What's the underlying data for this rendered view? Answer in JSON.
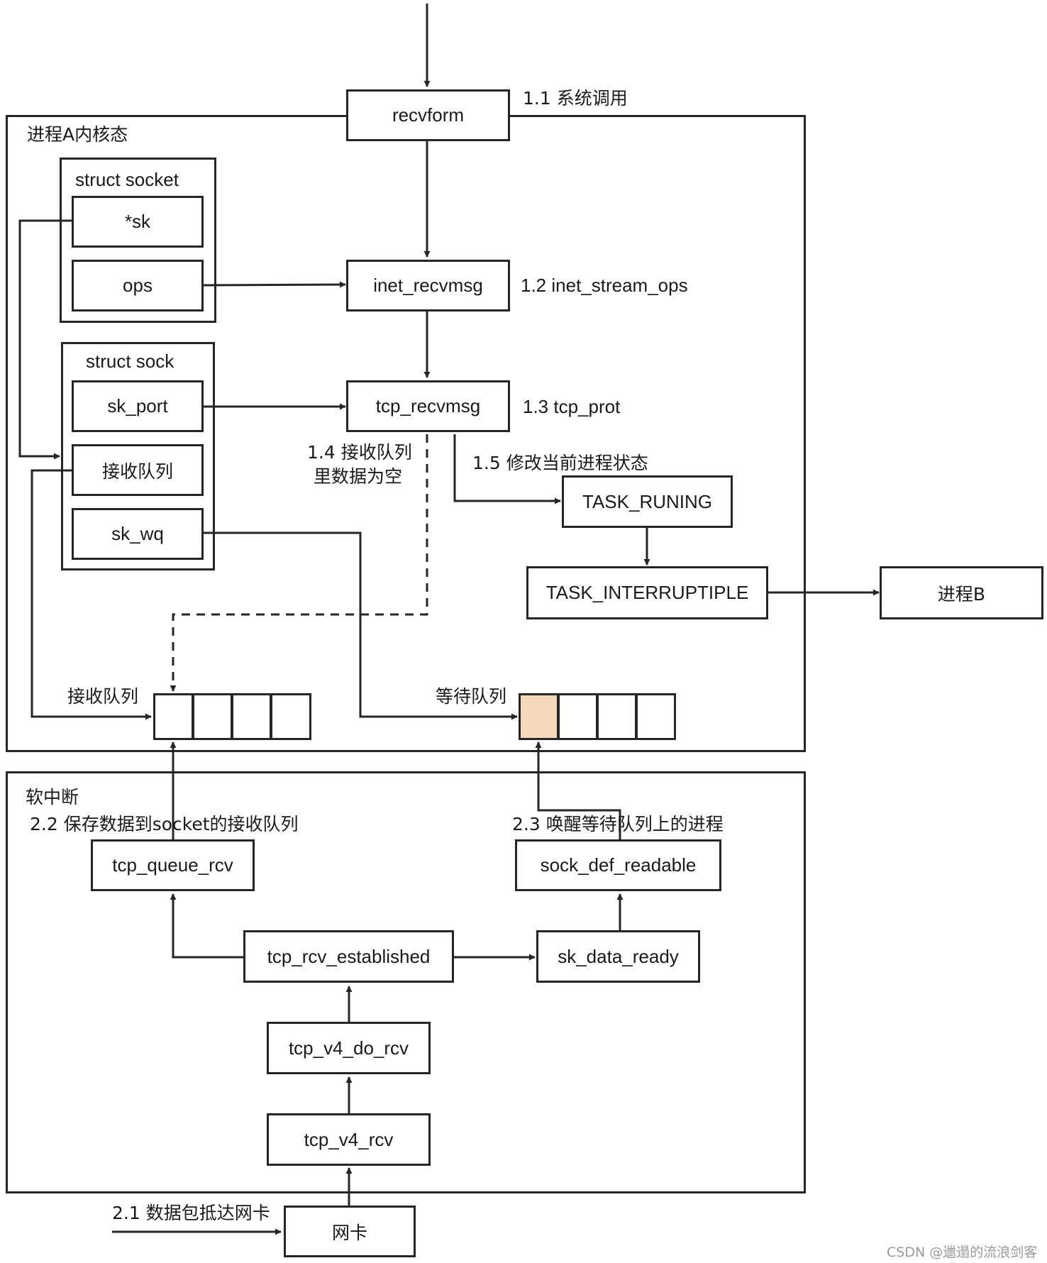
{
  "regions": {
    "kernel": "进程A内核态",
    "softirq": "软中断"
  },
  "nodes": {
    "recvform": "recvform",
    "struct_socket": "struct socket",
    "sk": "*sk",
    "ops": "ops",
    "inet_recvmsg": "inet_recvmsg",
    "struct_sock": "struct sock",
    "sk_port": "sk_port",
    "recv_queue_field": "接收队列",
    "sk_wq": "sk_wq",
    "tcp_recvmsg": "tcp_recvmsg",
    "task_running": "TASK_RUNING",
    "task_interruptible": "TASK_INTERRUPTIPLE",
    "process_b": "进程B",
    "tcp_queue_rcv": "tcp_queue_rcv",
    "sock_def_readable": "sock_def_readable",
    "tcp_rcv_established": "tcp_rcv_established",
    "sk_data_ready": "sk_data_ready",
    "tcp_v4_do_rcv": "tcp_v4_do_rcv",
    "tcp_v4_rcv": "tcp_v4_rcv",
    "nic": "网卡"
  },
  "annotations": {
    "a11": "1.1 系统调用",
    "a12": "1.2 inet_stream_ops",
    "a13": "1.3 tcp_prot",
    "a14_line1": "1.4 接收队列",
    "a14_line2": "里数据为空",
    "a15": "1.5 修改当前进程状态",
    "a21": "2.1 数据包抵达网卡",
    "a22": "2.2 保存数据到socket的接收队列",
    "a23": "2.3 唤醒等待队列上的进程"
  },
  "queues": {
    "recv_label": "接收队列",
    "wait_label": "等待队列",
    "recv_cells": 4,
    "wait_cells": 4,
    "wait_highlighted": 1
  },
  "colors": {
    "line": "#262626",
    "highlight": "#f3d8bb"
  },
  "watermark": "CSDN @邋遢的流浪剑客"
}
